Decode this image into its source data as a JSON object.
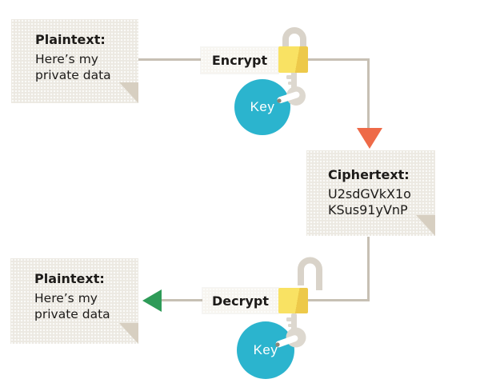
{
  "cards": {
    "plaintext_top": {
      "heading": "Plaintext:",
      "line1": "Here’s my",
      "line2": "private data"
    },
    "ciphertext": {
      "heading": "Ciphertext:",
      "line1": "U2sdGVkX1o",
      "line2": "KSus91yVnP"
    },
    "plaintext_bottom": {
      "heading": "Plaintext:",
      "line1": "Here’s my",
      "line2": "private data"
    }
  },
  "boxes": {
    "encrypt_label": "Encrypt",
    "decrypt_label": "Decrypt"
  },
  "keys": {
    "top_label": "Key",
    "bottom_label": "Key"
  },
  "icons": {
    "encrypt_lock": "padlock-closed-icon",
    "decrypt_lock": "padlock-open-icon",
    "encrypt_key": "key-icon",
    "decrypt_key": "key-icon",
    "flow_down": "arrow-down-icon",
    "flow_left": "arrow-left-icon"
  },
  "colors": {
    "card_bg": "#ece9e2",
    "card_fold": "#d7cfc1",
    "connector": "#c7c0b4",
    "process_box_bg": "#f7f5f0",
    "lock_yellow": "#f9e263",
    "lock_yellow_dark": "#edc94a",
    "metal": "#d9d3c9",
    "metal_light": "#e0dbd2",
    "key_circle": "#2bb4ce",
    "arrow_down": "#ee6a48",
    "arrow_left": "#2e9b58",
    "text": "#1d1b19"
  }
}
